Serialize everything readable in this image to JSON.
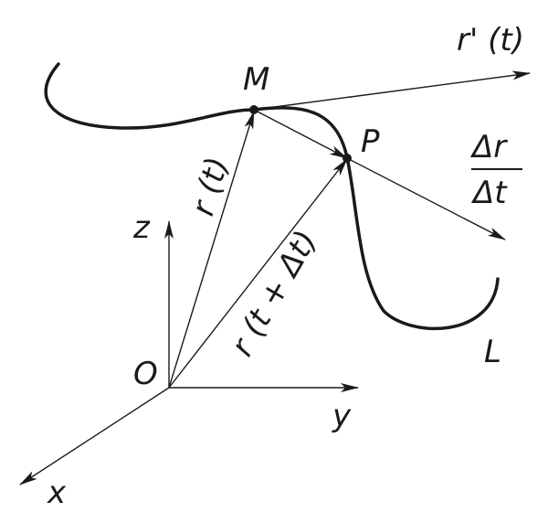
{
  "diagram": {
    "labels": {
      "derivative": "r' (t)",
      "point_m": "M",
      "point_p": "P",
      "delta_r": "Δr",
      "delta_t": "Δt",
      "r_t": "r (t)",
      "r_t_dt": "r (t + Δt)",
      "axis_z": "z",
      "axis_y": "y",
      "axis_x": "x",
      "origin": "O",
      "curve": "L"
    },
    "colors": {
      "ink": "#1a1a1a",
      "background": "#ffffff"
    }
  }
}
